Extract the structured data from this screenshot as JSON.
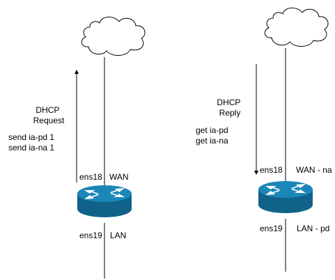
{
  "colors": {
    "router_fill": "#1b87b8",
    "router_dark": "#106289",
    "line": "#000000",
    "cloud_stroke": "#000000",
    "cloud_fill": "#ffffff"
  },
  "left": {
    "message": "DHCP\nRequest",
    "options": "send ia-pd 1\nsend ia-na 1",
    "wan_iface": "ens18",
    "wan_label": "WAN",
    "lan_iface": "ens19",
    "lan_label": "LAN",
    "arrow_direction": "up"
  },
  "right": {
    "message": "DHCP\nReply",
    "options": "get ia-pd\nget ia-na",
    "wan_iface": "ens18",
    "wan_label": "WAN - na",
    "lan_iface": "ens19",
    "lan_label": "LAN - pd",
    "arrow_direction": "down"
  },
  "icons": {
    "cloud": "cloud-icon",
    "router": "router-icon"
  }
}
